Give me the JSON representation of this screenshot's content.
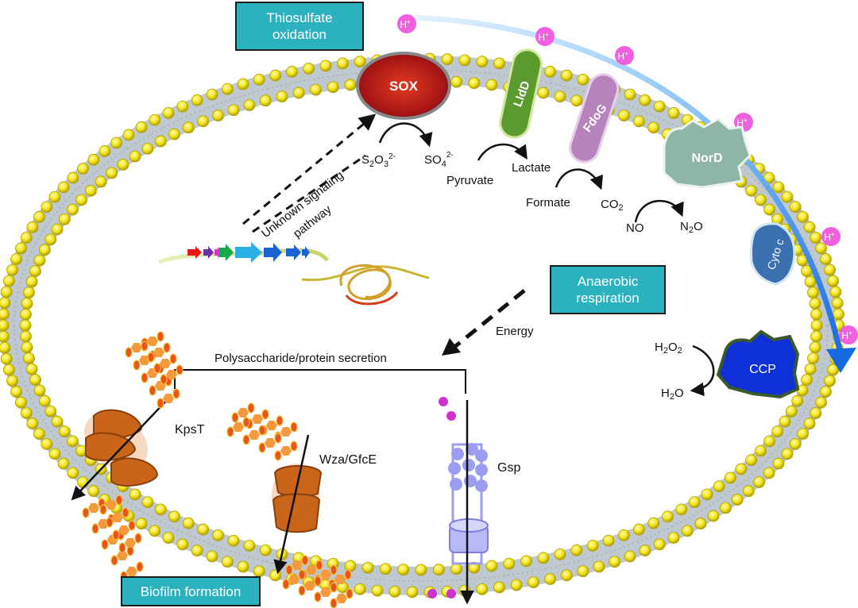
{
  "boxes": {
    "thiosulfate": "Thiosulfate\noxidation",
    "anaerobic": "Anaerobic\nrespiration",
    "biofilm": "Biofilm formation"
  },
  "proteins": {
    "sox": "SOX",
    "lldd": "LldD",
    "fdog": "FdoG",
    "nord": "NorD",
    "cytoc": "Cyto c",
    "ccp": "CCP",
    "kpst": "KpsT",
    "wza": "Wza/GfcE",
    "gsp": "Gsp"
  },
  "metabolites": {
    "thiosulfate": {
      "base": "S",
      "sub1": "2",
      "mid": "O",
      "sub2": "3",
      "sup": "2-"
    },
    "sulfate": {
      "base": "SO",
      "sub": "4",
      "sup": "2-"
    },
    "pyruvate": "Pyruvate",
    "lactate": "Lactate",
    "formate": "Formate",
    "co2": {
      "base": "CO",
      "sub": "2"
    },
    "no": "NO",
    "n2o": {
      "base": "N",
      "sub": "2",
      "tail": "O"
    },
    "h2o2": {
      "base": "H",
      "sub1": "2",
      "mid": "O",
      "sub2": "2"
    },
    "h2o": {
      "base": "H",
      "sub": "2",
      "tail": "O"
    }
  },
  "labels": {
    "signaling_line1": "Unknown signaling",
    "signaling_line2": "pathway",
    "energy": "Energy",
    "secretion": "Polysaccharide/protein secretion"
  },
  "proton": {
    "base": "H",
    "sup": "+"
  },
  "colors": {
    "box_fill": "#2cb2bf",
    "lipid_head": "#f3e51a",
    "membrane_core": "#c9d2da",
    "sox": "#b51c1c",
    "lldd": "#4f8f2a",
    "fdog": "#b27bb8",
    "nord": "#8fb5a6",
    "cytoc": "#3a6fb0",
    "ccp": "#1030d8",
    "transporter": "#c8651a",
    "gsp": "#9b9cf2",
    "proton": "#ef5fe0",
    "proton_arc": "#2a7fe0"
  }
}
